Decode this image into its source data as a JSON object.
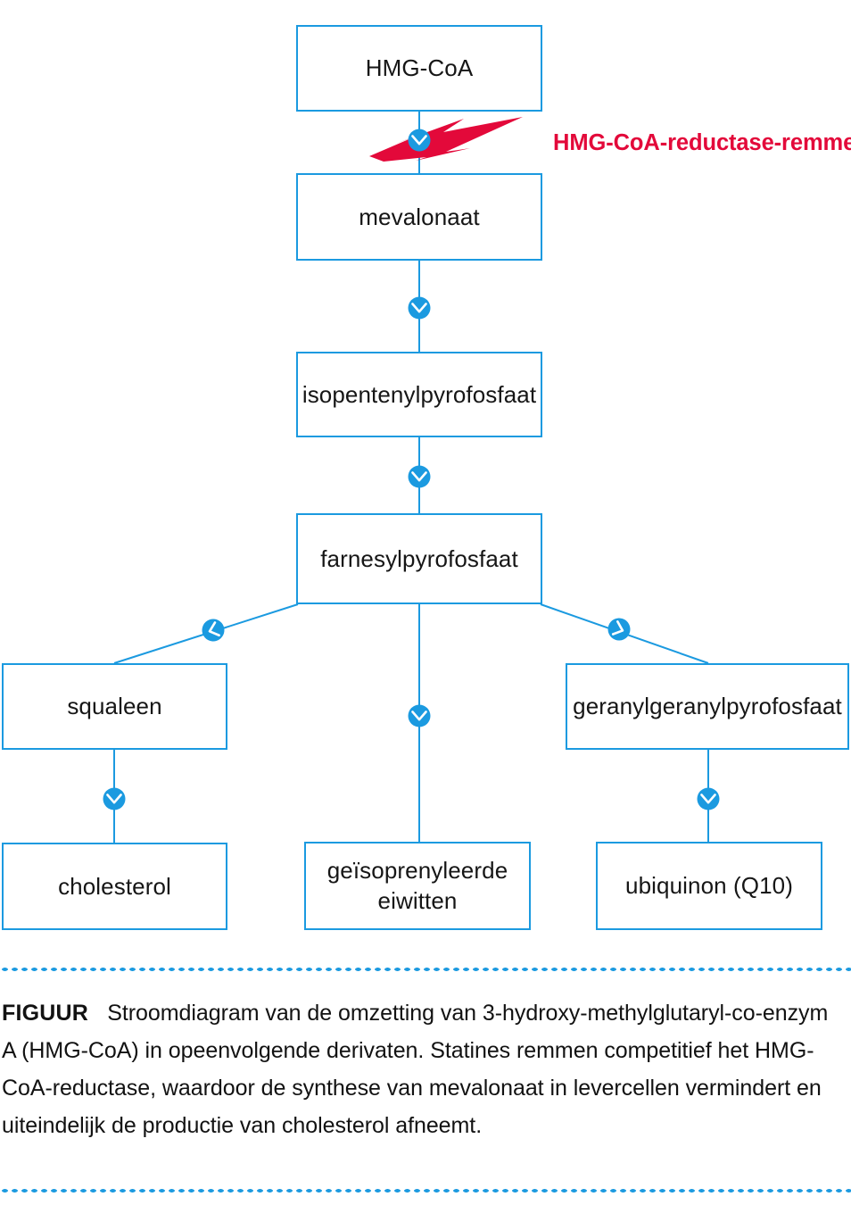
{
  "figure": {
    "type": "flow-diagram",
    "theme": {
      "box_stroke": "#1b9ae0",
      "marker_fill": "#1b9ae0",
      "marker_glyph": "#ffffff",
      "inhibitor_red": "#e3093a",
      "text": "#161616",
      "background": "#ffffff"
    },
    "nodes": [
      {
        "id": "hmg-coa",
        "label": "HMG-CoA"
      },
      {
        "id": "mevalonaat",
        "label": "mevalonaat"
      },
      {
        "id": "isopentenylpyrofosfaat",
        "label": "isopentenylpyrofosfaat"
      },
      {
        "id": "farnesylpyrofosfaat",
        "label": "farnesylpyrofosfaat"
      },
      {
        "id": "squaleen",
        "label": "squaleen"
      },
      {
        "id": "geranylgeranylpyrofosfaat",
        "label": "geranylgeranylpyrofosfaat"
      },
      {
        "id": "cholesterol",
        "label": "cholesterol"
      },
      {
        "id": "geisoprenyleerde-eiwitten",
        "label_line1": "geïsoprenyleerde",
        "label_line2": "eiwitten"
      },
      {
        "id": "ubiquinon",
        "label": "ubiquinon (Q10)"
      }
    ],
    "inhibitor": {
      "label": "HMG-CoA-reductase-remmer",
      "icon": "lightning-bolt-icon",
      "blocks_step": "HMG-CoA → mevalonaat"
    },
    "arrows": [
      {
        "from": "hmg-coa",
        "to": "mevalonaat",
        "marker": "chevron-down-icon",
        "inhibited": true
      },
      {
        "from": "mevalonaat",
        "to": "isopentenylpyrofosfaat",
        "marker": "chevron-down-icon",
        "inhibited": false
      },
      {
        "from": "isopentenylpyrofosfaat",
        "to": "farnesylpyrofosfaat",
        "marker": "chevron-down-icon",
        "inhibited": false
      },
      {
        "from": "farnesylpyrofosfaat",
        "to": "squaleen",
        "marker": "chevron-down-left-icon",
        "inhibited": false
      },
      {
        "from": "farnesylpyrofosfaat",
        "to": "geisoprenyleerde-eiwitten",
        "marker": "chevron-down-icon",
        "inhibited": false
      },
      {
        "from": "farnesylpyrofosfaat",
        "to": "geranylgeranylpyrofosfaat",
        "marker": "chevron-down-right-icon",
        "inhibited": false
      },
      {
        "from": "squaleen",
        "to": "cholesterol",
        "marker": "chevron-down-icon",
        "inhibited": false
      },
      {
        "from": "geranylgeranylpyrofosfaat",
        "to": "ubiquinon",
        "marker": "chevron-down-icon",
        "inhibited": false
      }
    ]
  },
  "caption": {
    "label": "FIGUUR",
    "text": "Stroomdiagram van de omzetting van 3-hydroxy-methylglutaryl-co-enzym A (HMG-CoA) in opeenvolgende derivaten. Statines remmen competitief het HMG-CoA-reductase, waardoor de synthese van mevalonaat in levercellen vermindert en uiteindelijk de productie van cholesterol afneemt."
  }
}
